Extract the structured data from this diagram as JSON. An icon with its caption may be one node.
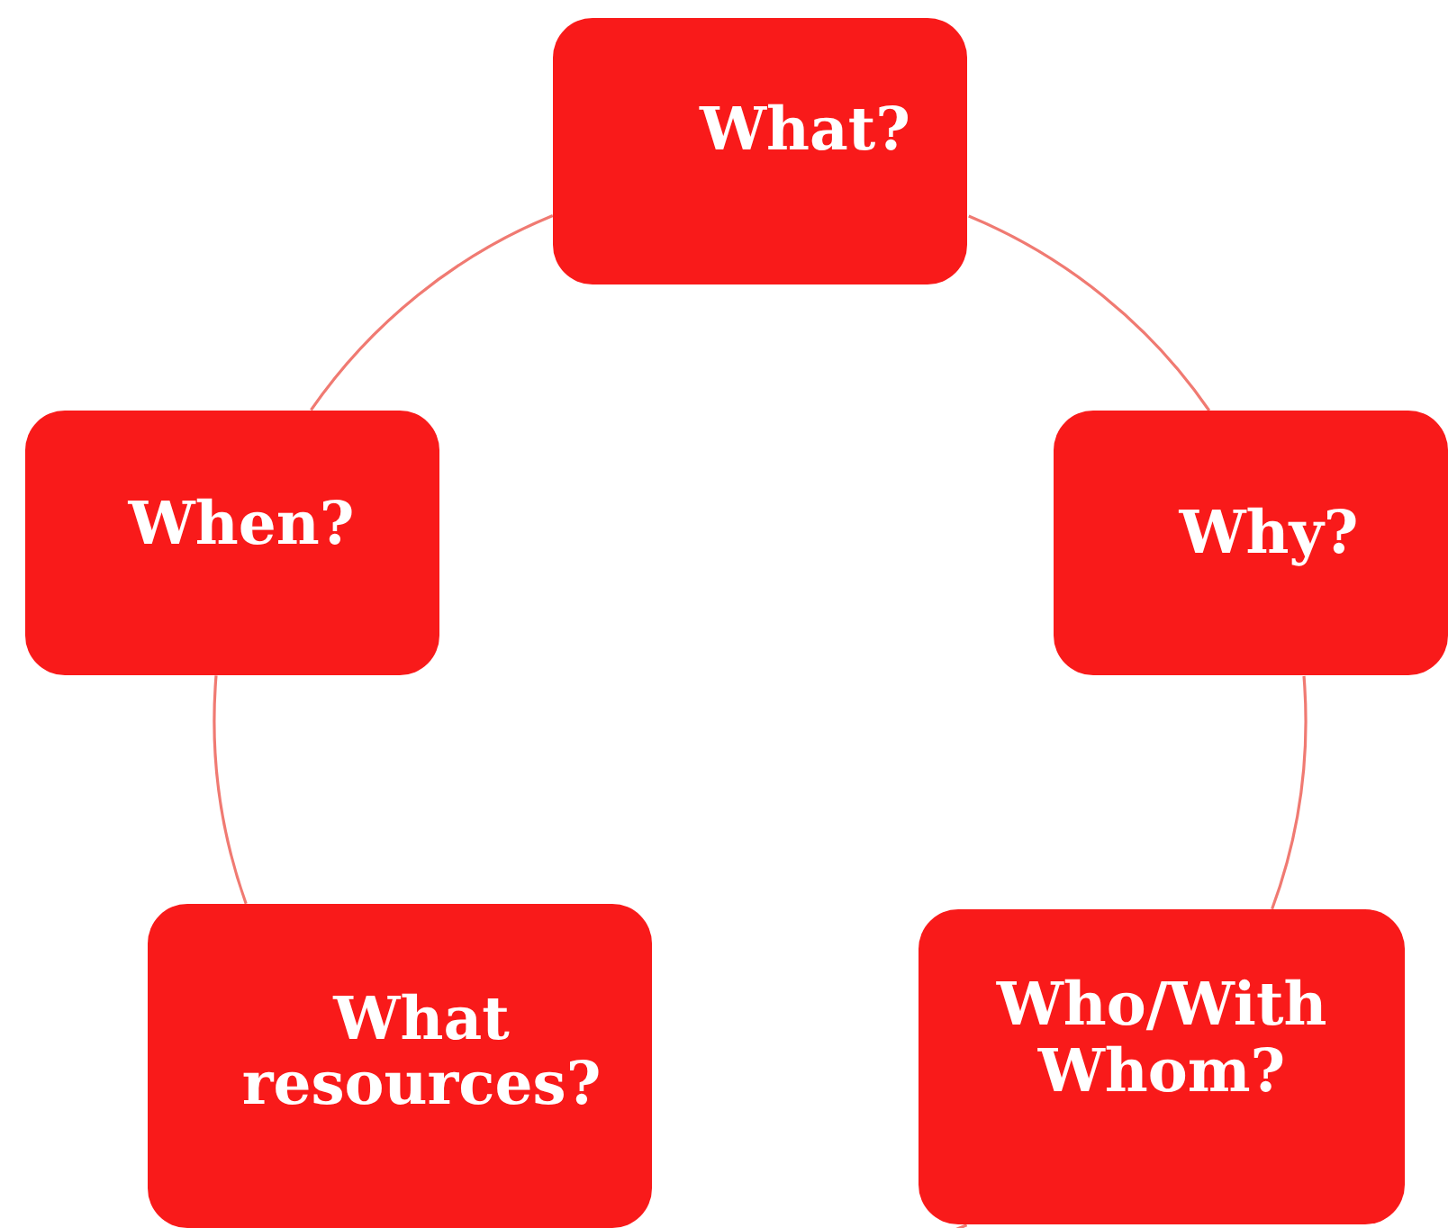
{
  "diagram": {
    "nodes": [
      {
        "text": [
          "What?"
        ]
      },
      {
        "text": [
          "Why?"
        ]
      },
      {
        "text": [
          "Who/With Whom?"
        ]
      },
      {
        "text": [
          "What resources?"
        ]
      },
      {
        "text": [
          "When?"
        ]
      }
    ],
    "edges": [
      {
        "from": 0,
        "to": 1,
        "arrow": "none"
      },
      {
        "from": 1,
        "to": 2,
        "arrow": "none"
      },
      {
        "from": 2,
        "to": 3,
        "arrow": "none"
      },
      {
        "from": 3,
        "to": 4,
        "arrow": "none"
      },
      {
        "from": 4,
        "to": 0,
        "arrow": "none"
      }
    ]
  }
}
